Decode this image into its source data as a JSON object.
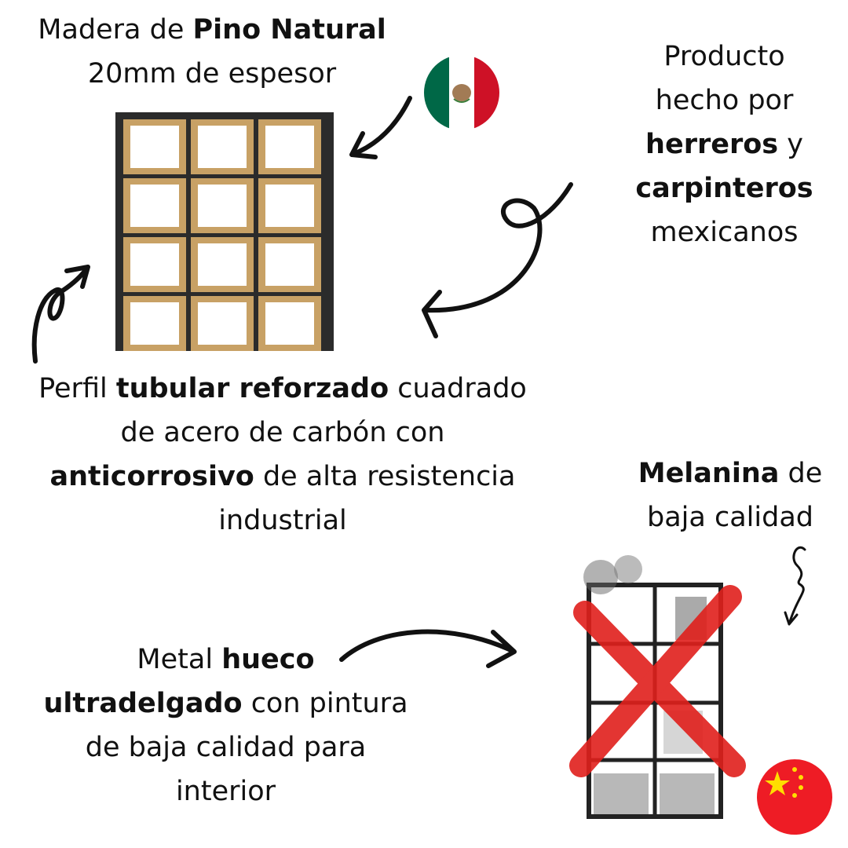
{
  "top_left": {
    "line1_prefix": "Madera de ",
    "line1_bold": "Pino Natural",
    "line2": "20mm de espesor"
  },
  "top_right": {
    "line1": "Producto",
    "line2": "hecho por",
    "line3_bold": "herreros",
    "line3_suffix": " y",
    "line4_bold": "carpinteros",
    "line5": "mexicanos"
  },
  "middle": {
    "line1_prefix": "Perfil ",
    "line1_bold": "tubular reforzado",
    "line1_suffix": " cuadrado",
    "line2": "de acero de carbón con",
    "line3_bold": "anticorrosivo",
    "line3_suffix": " de alta resistencia",
    "line4": "industrial"
  },
  "right_bottom": {
    "line1_bold": "Melanina",
    "line1_suffix": " de",
    "line2": "baja calidad"
  },
  "bottom_left": {
    "line1_prefix": "Metal ",
    "line1_bold": "hueco",
    "line2_bold": "ultradelgado",
    "line2_suffix": " con pintura",
    "line3": "de baja calidad para",
    "line4": "interior"
  },
  "icons": [
    "mexico-flag-icon",
    "china-flag-icon",
    "arrow-icon",
    "cross-mark-icon"
  ],
  "colors": {
    "wood": "#c8a165",
    "frame": "#2b2b2b",
    "red_x": "#e0201c",
    "mx_green": "#006847",
    "mx_red": "#ce1126",
    "cn_red": "#ee1c25",
    "cn_yellow": "#ffde00"
  }
}
